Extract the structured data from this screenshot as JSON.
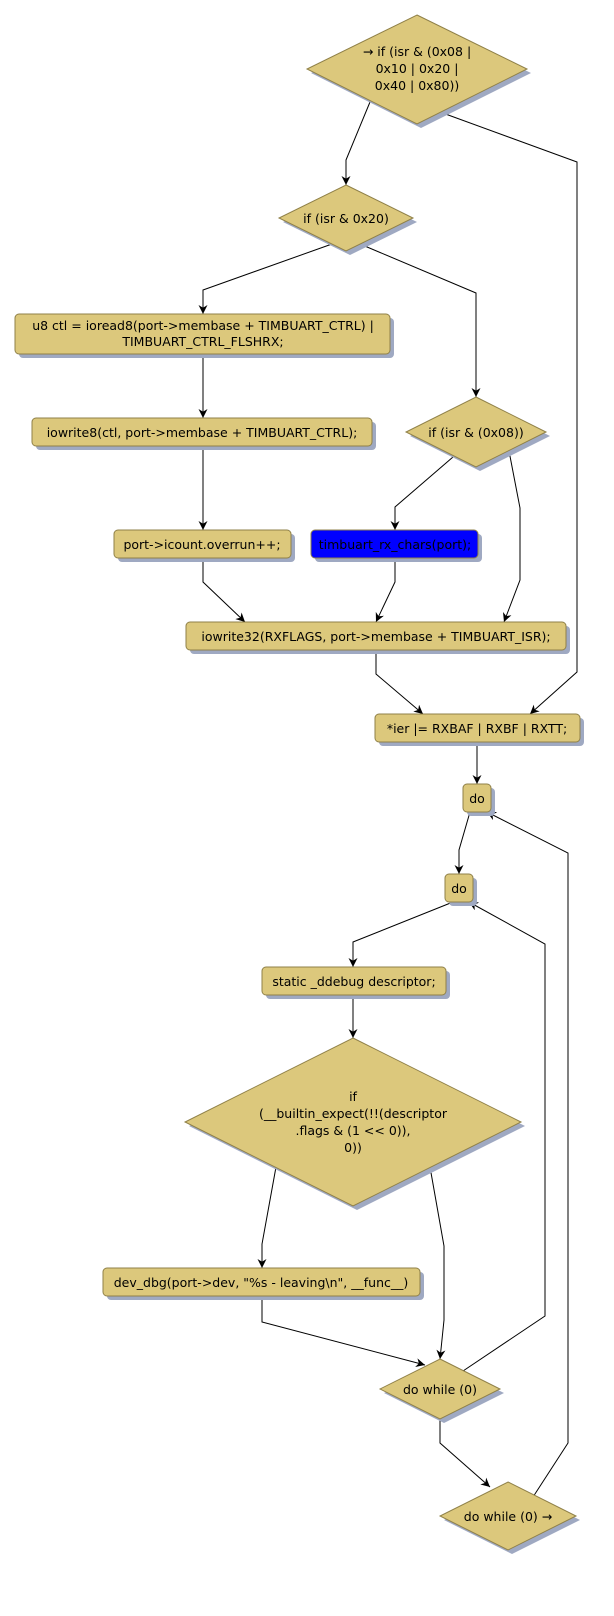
{
  "colors": {
    "node_fill": "#dcc87c",
    "node_stroke": "#8f8048",
    "highlight_fill": "#0000ff",
    "edge": "#000000"
  },
  "nodes": {
    "d1": [
      "→ if (isr & (0x08 |",
      "0x10 | 0x20 |",
      "0x40 | 0x80))"
    ],
    "d2": "if (isr & 0x20)",
    "b1": [
      "u8 ctl = ioread8(port->membase + TIMBUART_CTRL) |",
      "TIMBUART_CTRL_FLSHRX;"
    ],
    "b2": "iowrite8(ctl, port->membase + TIMBUART_CTRL);",
    "d3": "if (isr & (0x08))",
    "b3": "port->icount.overrun++;",
    "b4": "timbuart_rx_chars(port);",
    "b5": "iowrite32(RXFLAGS, port->membase + TIMBUART_ISR);",
    "b6": "*ier |= RXBAF | RXBF | RXTT;",
    "b7": "do",
    "b8": "do",
    "b9": "static _ddebug descriptor;",
    "d4": [
      "if",
      "(__builtin_expect(!!(descriptor",
      ".flags & (1 << 0)),",
      "0))"
    ],
    "b10": "dev_dbg(port->dev, \"%s - leaving\\n\", __func__)",
    "d5": "do while (0)",
    "d6": "do while (0) →"
  }
}
